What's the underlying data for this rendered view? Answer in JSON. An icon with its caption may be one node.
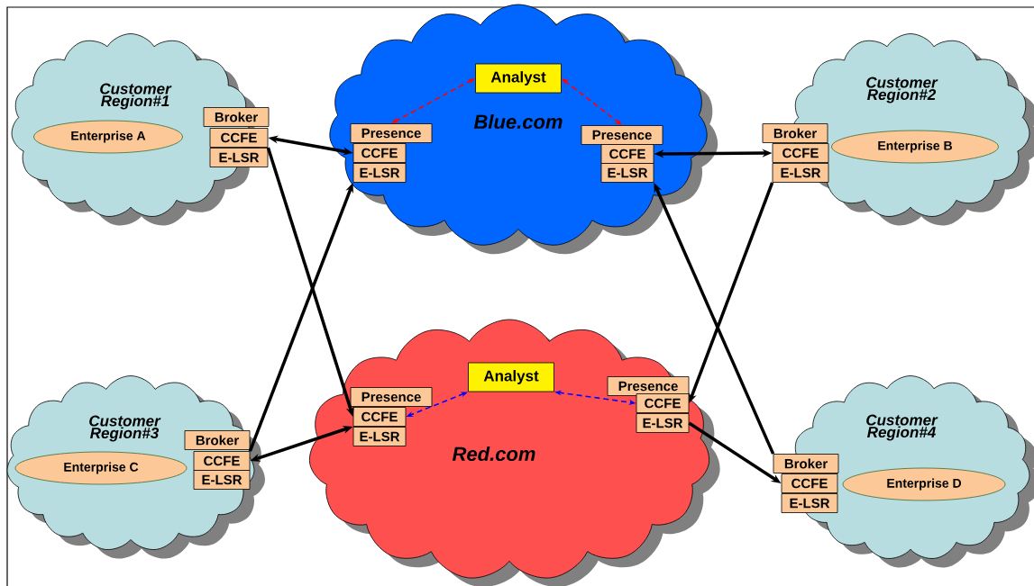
{
  "diagram": {
    "nodes": [
      {
        "text": [
          "Customer Region#1"
        ]
      },
      {
        "text": [
          "Enterprise A"
        ],
        "in": 0
      },
      {
        "text": [
          "Broker"
        ],
        "in": 0
      },
      {
        "text": [
          "CCFE"
        ],
        "in": 0
      },
      {
        "text": [
          "E-LSR"
        ],
        "in": 0
      },
      {
        "text": [
          "Blue.com"
        ]
      },
      {
        "text": [
          "Analyst"
        ],
        "in": 5
      },
      {
        "text": [
          "Presence"
        ],
        "in": 5
      },
      {
        "text": [
          "CCFE"
        ],
        "in": 5
      },
      {
        "text": [
          "E-LSR"
        ],
        "in": 5
      },
      {
        "text": [
          "Presence"
        ],
        "in": 5
      },
      {
        "text": [
          "CCFE"
        ],
        "in": 5
      },
      {
        "text": [
          "E-LSR"
        ],
        "in": 5
      },
      {
        "text": [
          "Customer Region#2"
        ]
      },
      {
        "text": [
          "Broker"
        ],
        "in": 13
      },
      {
        "text": [
          "CCFE"
        ],
        "in": 13
      },
      {
        "text": [
          "E-LSR"
        ],
        "in": 13
      },
      {
        "text": [
          "Enterprise B"
        ],
        "in": 13
      },
      {
        "text": [
          "Customer Region#3"
        ]
      },
      {
        "text": [
          "Enterprise C"
        ],
        "in": 18
      },
      {
        "text": [
          "Broker"
        ],
        "in": 18
      },
      {
        "text": [
          "CCFE"
        ],
        "in": 18
      },
      {
        "text": [
          "E-LSR"
        ],
        "in": 18
      },
      {
        "text": [
          "Red.com"
        ]
      },
      {
        "text": [
          "Analyst"
        ],
        "in": 23
      },
      {
        "text": [
          "Presence"
        ],
        "in": 23
      },
      {
        "text": [
          "CCFE"
        ],
        "in": 23
      },
      {
        "text": [
          "E-LSR"
        ],
        "in": 23
      },
      {
        "text": [
          "Presence"
        ],
        "in": 23
      },
      {
        "text": [
          "CCFE"
        ],
        "in": 23
      },
      {
        "text": [
          "E-LSR"
        ],
        "in": 23
      },
      {
        "text": [
          "Customer Region#4"
        ]
      },
      {
        "text": [
          "Broker"
        ],
        "in": 31
      },
      {
        "text": [
          "CCFE"
        ],
        "in": 31
      },
      {
        "text": [
          "E-LSR"
        ],
        "in": 31
      },
      {
        "text": [
          "Enterprise D"
        ],
        "in": 31
      }
    ],
    "edges": [
      {
        "from": 3,
        "to": 8,
        "arrow": "both"
      },
      {
        "from": 3,
        "to": 26,
        "arrow": "to"
      },
      {
        "from": 21,
        "to": 9,
        "arrow": "to"
      },
      {
        "from": 26,
        "to": 21,
        "arrow": "both"
      },
      {
        "from": 11,
        "to": 15,
        "arrow": "both"
      },
      {
        "from": 32,
        "to": 12,
        "arrow": "to"
      },
      {
        "from": 16,
        "to": 29,
        "arrow": "to"
      },
      {
        "from": 30,
        "to": 33,
        "arrow": "to"
      },
      {
        "from": 6,
        "to": 7,
        "arrow": "both",
        "style": "dashed",
        "color": "#ff0000"
      },
      {
        "from": 6,
        "to": 10,
        "arrow": "both",
        "style": "dashed",
        "color": "#ff0000"
      },
      {
        "from": 24,
        "to": 26,
        "arrow": "both",
        "style": "dashed",
        "color": "#0000ff"
      },
      {
        "from": 24,
        "to": 29,
        "arrow": "both",
        "style": "dashed",
        "color": "#0000ff"
      }
    ]
  }
}
